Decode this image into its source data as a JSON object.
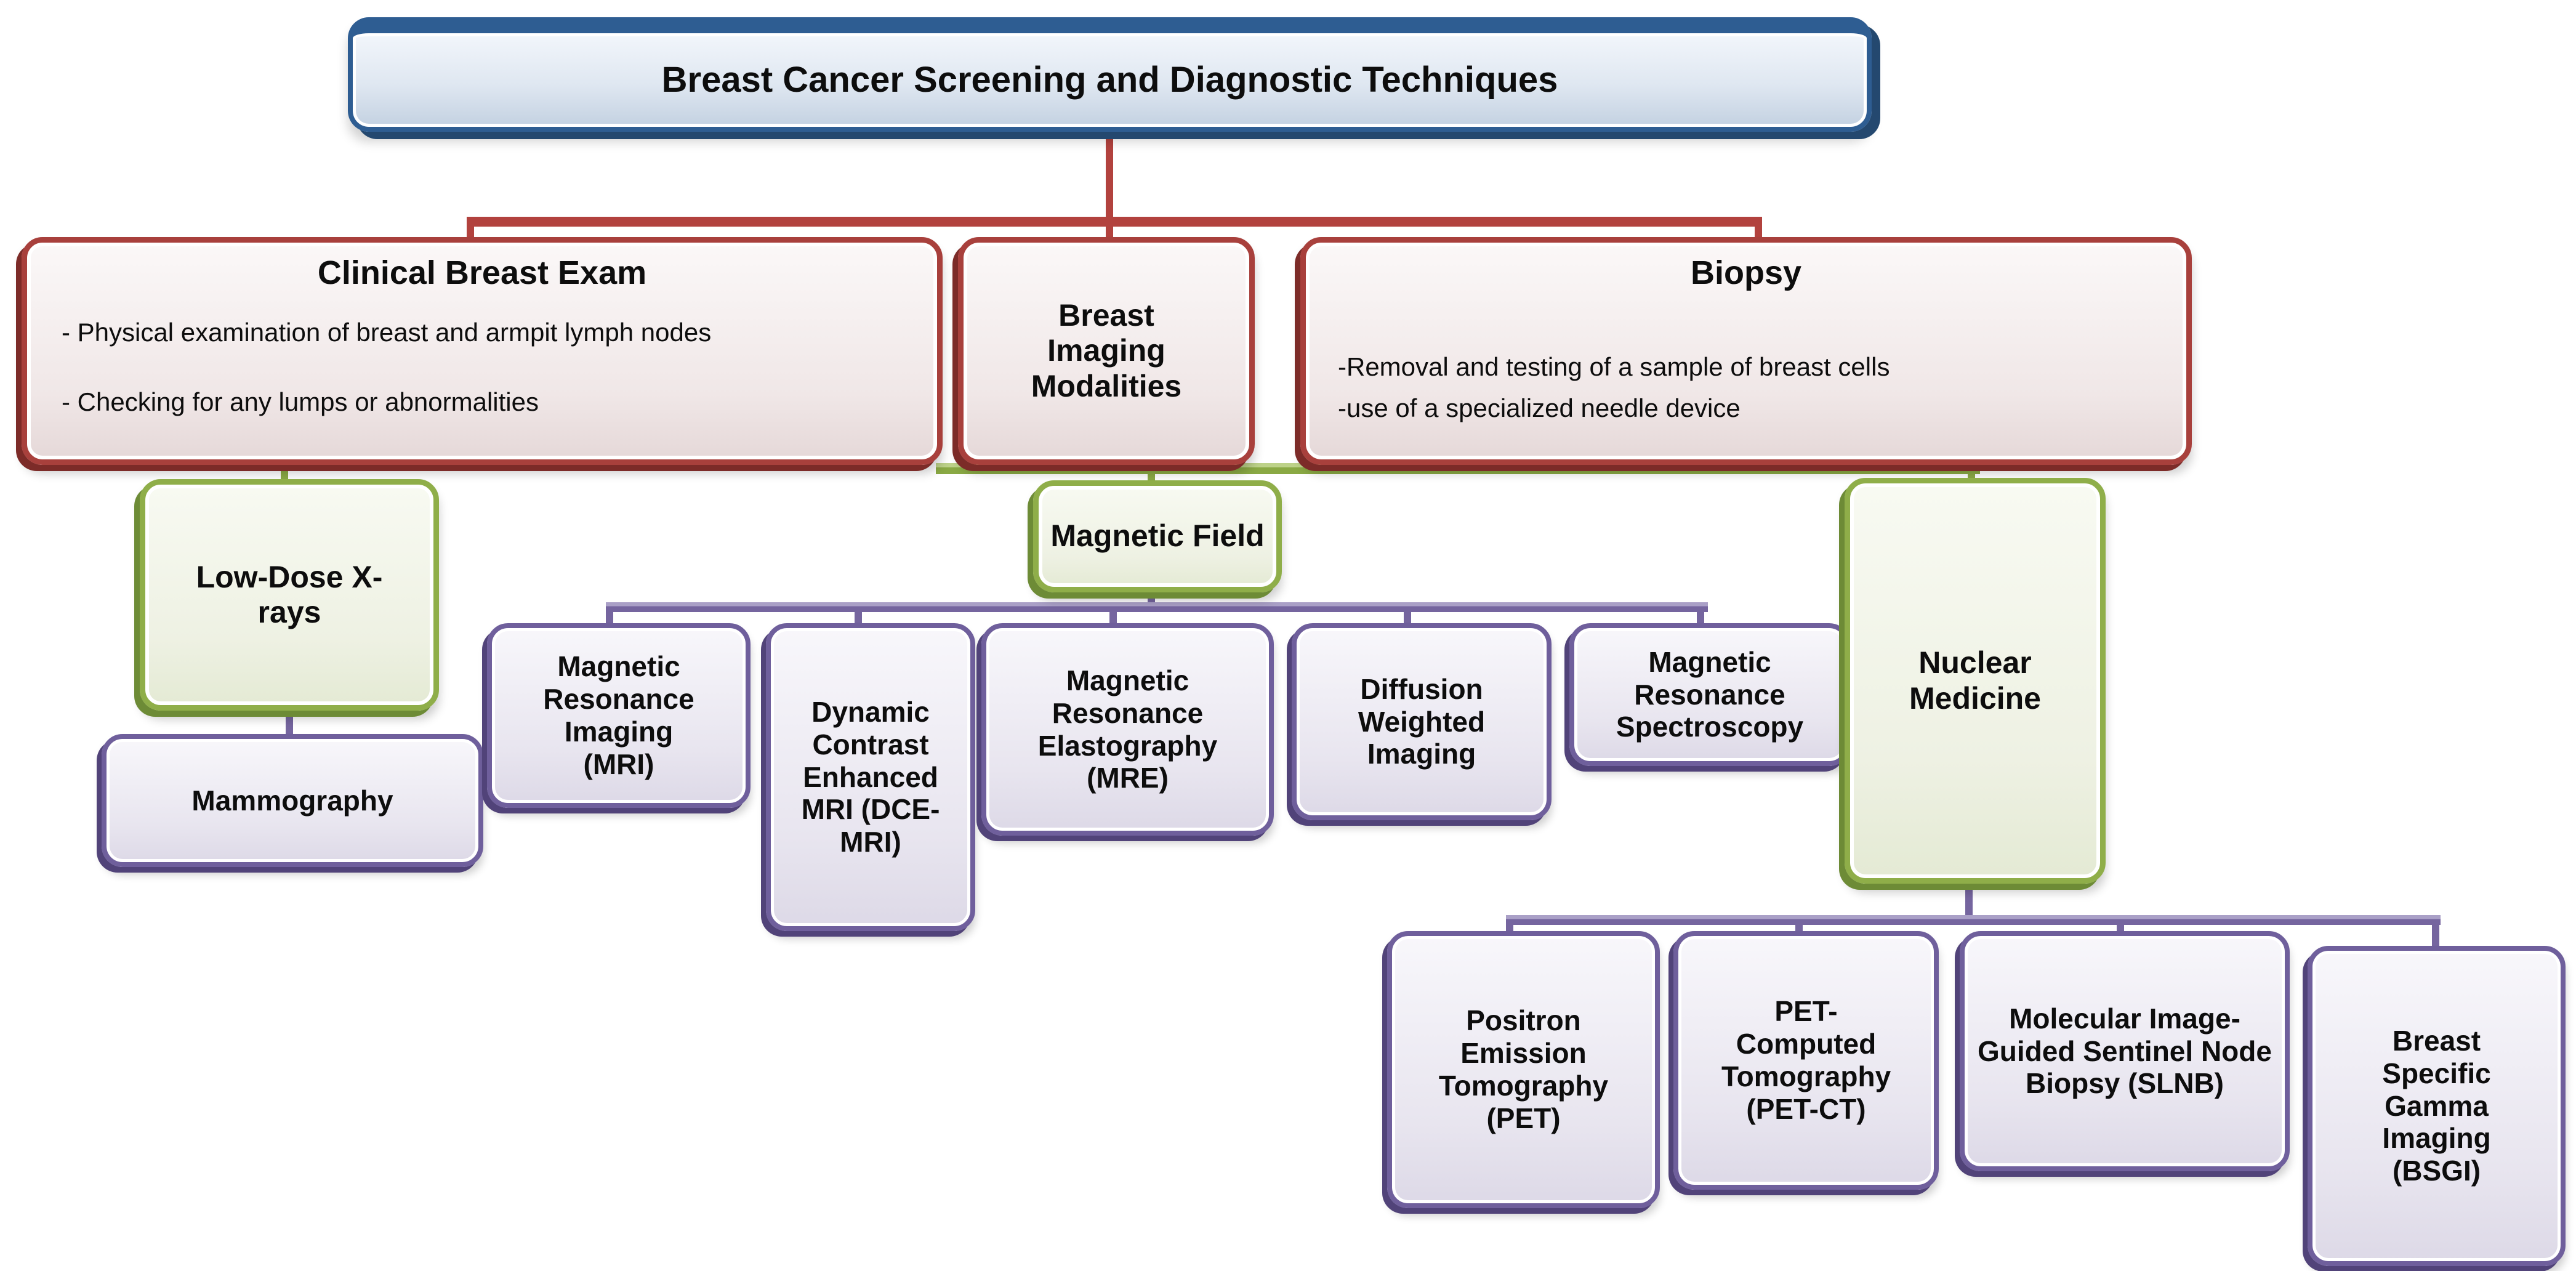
{
  "title": {
    "label": "Breast Cancer Screening and Diagnostic Techniques"
  },
  "nodes": {
    "clinical": {
      "title": "Clinical Breast Exam",
      "bullets": [
        "- Physical examination of breast  and armpit lymph nodes",
        "- Checking for any lumps or abnormalities"
      ]
    },
    "imaging": {
      "title": "Breast Imaging Modalities"
    },
    "biopsy": {
      "title": "Biopsy",
      "bullets": [
        "-Removal and testing of a sample of breast cells",
        "-use of a specialized needle device"
      ]
    },
    "low_dose": {
      "title": "Low-Dose X-rays"
    },
    "mammography": {
      "title": "Mammography"
    },
    "magnetic_field": {
      "title": "Magnetic Field"
    },
    "mri": {
      "title": "Magnetic Resonance Imaging (MRI)"
    },
    "dce_mri": {
      "title": "Dynamic Contrast Enhanced MRI (DCE-MRI)"
    },
    "mre": {
      "title": "Magnetic Resonance Elastography (MRE)"
    },
    "dwi": {
      "title": "Diffusion Weighted Imaging"
    },
    "mrs": {
      "title": "Magnetic Resonance Spectroscopy"
    },
    "nuclear": {
      "title": "Nuclear Medicine"
    },
    "pet": {
      "title": "Positron Emission Tomography (PET)"
    },
    "pet_ct": {
      "title": "PET-Computed Tomography (PET-CT)"
    },
    "slnb": {
      "title": "Molecular Image-Guided Sentinel Node Biopsy (SLNB)"
    },
    "bsgi": {
      "title": "Breast Specific Gamma Imaging (BSGI)"
    }
  },
  "colors": {
    "text": "#0d0d0d",
    "blue-border": "#2e5d92",
    "blue-dark": "#24486f",
    "blue-fill": "#dfe7f1",
    "red-border": "#a8403c",
    "red-dark": "#7c2b28",
    "red-fill": "#f0e7e7",
    "green-border": "#8fae49",
    "green-dark": "#6d8b36",
    "green-fill": "#eef1e3",
    "purple-border": "#6f5f9c",
    "purple-dark": "#514379",
    "purple-fill": "#e8e5ef",
    "connector-red": "#b2423e",
    "connector-green": "#8aa944",
    "connector-green-light": "#bdd289",
    "connector-purple": "#75659f",
    "connector-purple-light": "#aaa0c7"
  }
}
